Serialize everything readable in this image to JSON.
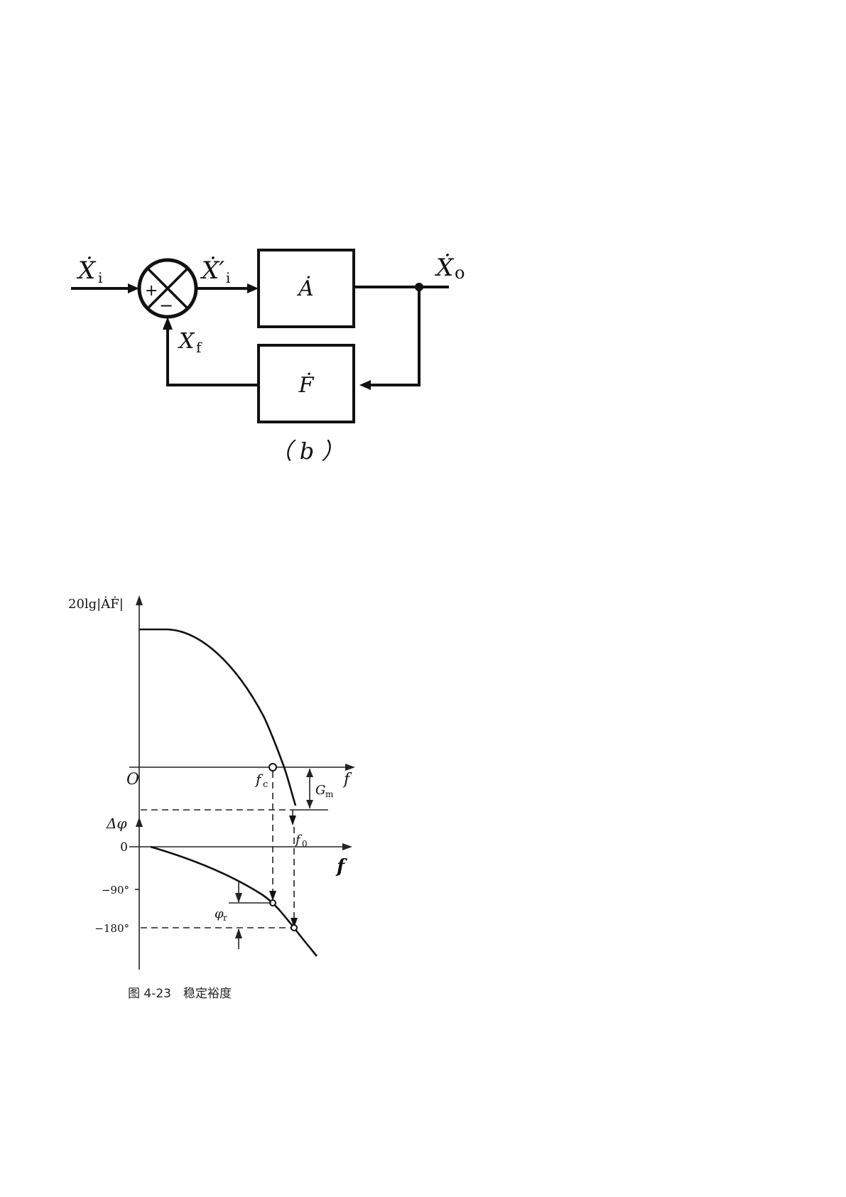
{
  "block_diagram": {
    "input_label": "Ẋ",
    "input_sub": "i",
    "error_label": "Ẋ′",
    "error_sub": "i",
    "output_label": "Ẋ",
    "output_sub": "o",
    "feedback_label": "X",
    "feedback_sub": "f",
    "forward_block": "Ȧ",
    "feedback_block": "Ḟ",
    "plus_sign": "+",
    "minus_sign": "−",
    "caption": "（ b ）"
  },
  "bode_plot": {
    "magnitude_axis_label": "20lg|ȦḞ|",
    "origin_label": "O",
    "freq_label_top": "f",
    "crossover_label": "f",
    "crossover_sub": "c",
    "gain_margin_label": "G",
    "gain_margin_sub": "m",
    "phase_cross_label": "f",
    "phase_cross_sub": "0",
    "phase_axis_label": "Δφ",
    "phase_zero_label": "0",
    "freq_label_bottom": "f",
    "tick_minus90": "−90°",
    "tick_minus180": "−180°",
    "phase_margin_label": "φ",
    "phase_margin_sub": "r",
    "caption": "图 4-23　稳定裕度"
  }
}
